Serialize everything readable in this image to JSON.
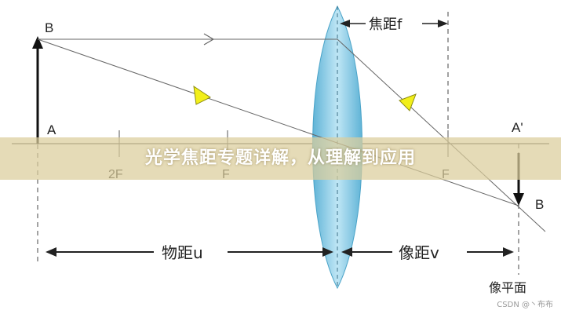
{
  "labels": {
    "B_top": "B",
    "A_left": "A",
    "A_prime": "A'",
    "B_bottom": "B",
    "two_f": "2F",
    "f_left": "F",
    "f_right": "F",
    "focal_length": "焦距f",
    "object_distance": "物距u",
    "image_distance": "像距v",
    "image_plane": "像平面"
  },
  "banner": {
    "title": "光学焦距专题详解，从理解到应用"
  },
  "watermark": "CSDN @丶布布",
  "colors": {
    "lens": "#7ec3e0",
    "arrow_fill": "#f2ef1a",
    "line": "#555555",
    "banner": "#dbcd9b"
  }
}
